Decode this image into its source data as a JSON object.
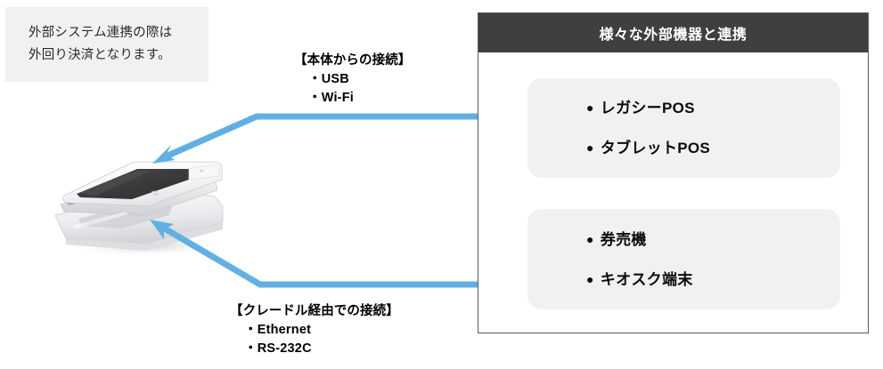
{
  "note": {
    "lines": [
      "外部システム連携の際は",
      "外回り決済となります。"
    ],
    "background_color": "#f1f1f1"
  },
  "connections": [
    {
      "id": "device-direct",
      "title": "【本体からの接続】",
      "items": [
        "・USB",
        "・Wi-Fi"
      ]
    },
    {
      "id": "via-cradle",
      "title": "【クレードル経由での接続】",
      "items": [
        "・Ethernet",
        "・RS-232C"
      ]
    }
  ],
  "arrows": {
    "color": "#62b0e2",
    "count": 2,
    "style": "double-headed-elbow"
  },
  "device": {
    "name": "pos-terminal-on-cradle",
    "body_color": "#ffffff",
    "screen_color": "#3a3a3a"
  },
  "panel": {
    "header": "様々な外部機器と連携",
    "header_color": "#3f3f3f",
    "border_color": "#5a5a5a",
    "cards": [
      {
        "id": "pos",
        "items": [
          "レガシーPOS",
          "タブレットPOS"
        ]
      },
      {
        "id": "kiosk",
        "items": [
          "券売機",
          "キオスク端末"
        ]
      }
    ],
    "bullet": "●",
    "card_color": "#f1f1f1"
  }
}
